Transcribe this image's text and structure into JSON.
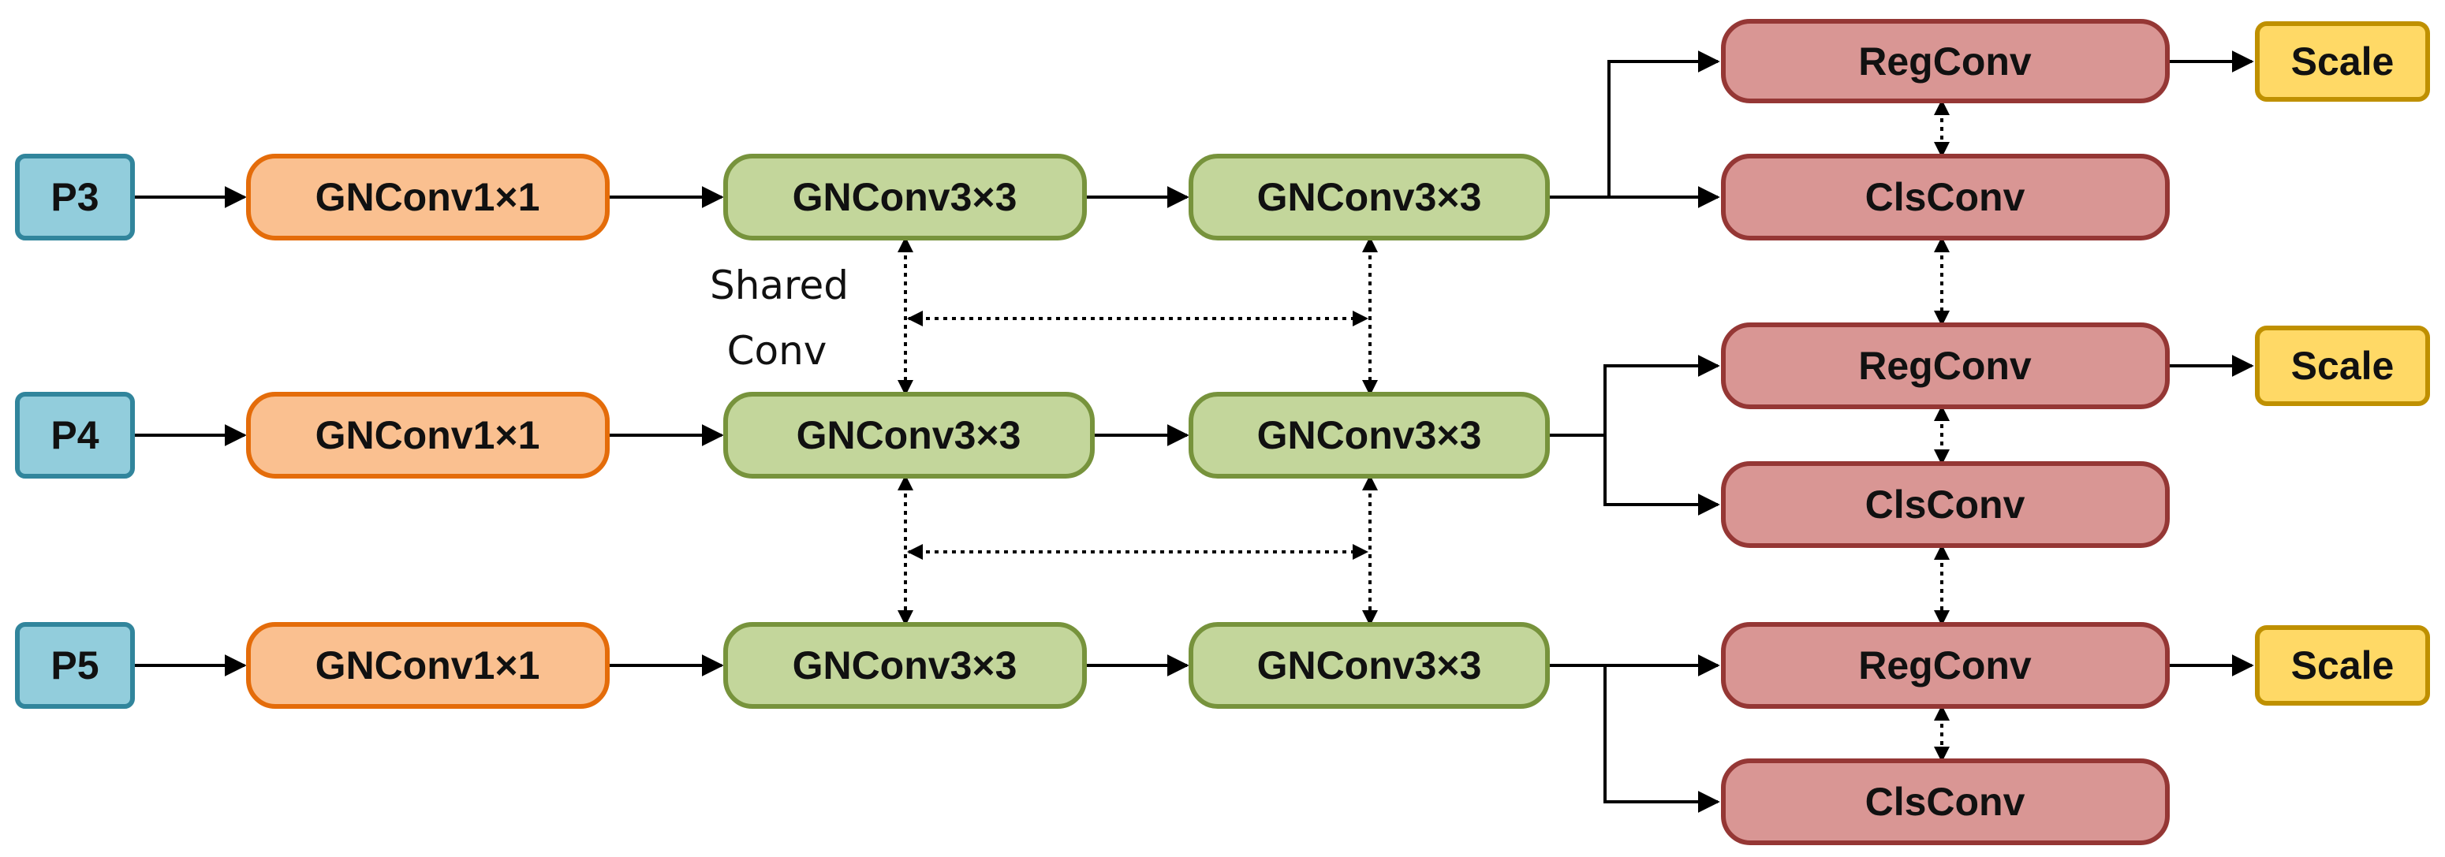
{
  "inputs": {
    "p3": "P3",
    "p4": "P4",
    "p5": "P5"
  },
  "conv1x1": "GNConv1×1",
  "conv3x3": "GNConv3×3",
  "reg_conv": "RegConv",
  "cls_conv": "ClsConv",
  "scale": "Scale",
  "shared_conv": {
    "line1": "Shared",
    "line2": "Conv"
  },
  "colors": {
    "input_fill": "#92cddc",
    "input_stroke": "#31859c",
    "conv1x1_fill": "#fac090",
    "conv1x1_stroke": "#e46c0a",
    "conv3x3_fill": "#c3d69b",
    "conv3x3_stroke": "#77933c",
    "head_fill": "#d99694",
    "head_stroke": "#953735",
    "scale_fill": "#ffd966",
    "scale_stroke": "#bf9000"
  }
}
